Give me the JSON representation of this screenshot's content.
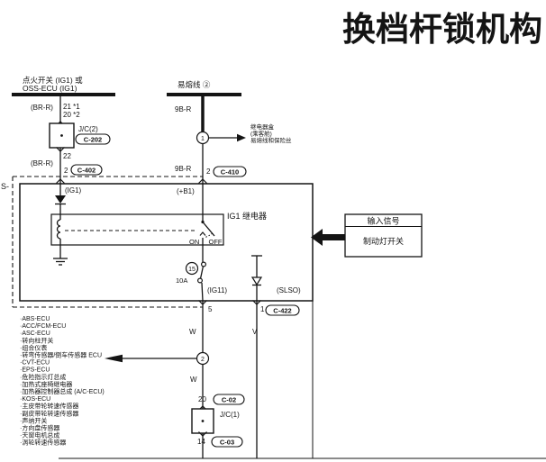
{
  "page": {
    "title": "换档杆锁机构",
    "ink": "#141414",
    "background": "#ffffff"
  },
  "power_sources": {
    "ignition_switch_line1": "点火开关 (IG1) 或",
    "ignition_switch_line2": "OSS-ECU (IG1)",
    "fusible_link": "易熔线 ②"
  },
  "left_branch": {
    "wire_color_upper": "(BR-R)",
    "pin_21": "21 *1",
    "pin_20": "20 *2",
    "junction_label": "J/C(2)",
    "junction_connector": "C-202",
    "pin_22": "22",
    "wire_color_lower": "(BR-R)",
    "pin_2": "2",
    "connector": "C-402",
    "signal": "(IG1)"
  },
  "middle_branch": {
    "wire_color_upper": "9B-R",
    "node_number": "1",
    "relay_box_note": [
      "继电器盒",
      "(乘客舱)",
      "易熔线和保险丝"
    ],
    "wire_color_lower": "9B-R",
    "pin_2": "2",
    "connector": "C-410",
    "signal": "(+B1)"
  },
  "relay_box": {
    "partial_label": "S-",
    "relay_name": "IG1 继电器",
    "switch_on": "ON",
    "switch_off": "OFF",
    "fuse_number": "15",
    "fuse_rating": "10A",
    "out_left_signal": "(IG11)",
    "out_right_signal": "(SLSO)"
  },
  "outputs": {
    "left": {
      "pin": "5",
      "wire_color_upper": "W",
      "node_number": "2",
      "wire_color_lower": "W",
      "pin_20": "20",
      "connector_c02": "C-02",
      "junction_label": "J/C(1)",
      "pin_14": "14",
      "connector_c03": "C-03"
    },
    "right": {
      "pin": "1",
      "connector": "C-422",
      "wire_color": "V"
    }
  },
  "input_signal_box": {
    "header": "输入信号",
    "item": "制动灯开关"
  },
  "ecu_list": [
    "·ABS-ECU",
    "·ACC/FCM-ECU",
    "·ASC-ECU",
    "·转向柱开关",
    "·组合仪表",
    "·转弯传感器/倒车传感器 ECU",
    "·CVT-ECU",
    "·EPS-ECU",
    "·危险指示灯总成",
    "·加热式座椅继电器",
    "·加热器控制器总成 (A/C-ECU)",
    "·KOS-ECU",
    "·主皮带轮转速传感器",
    "·副皮带轮转速传感器",
    "·声纳开关",
    "·方向盘传感器",
    "·天窗电机总成",
    "·涡轮转速传感器"
  ]
}
